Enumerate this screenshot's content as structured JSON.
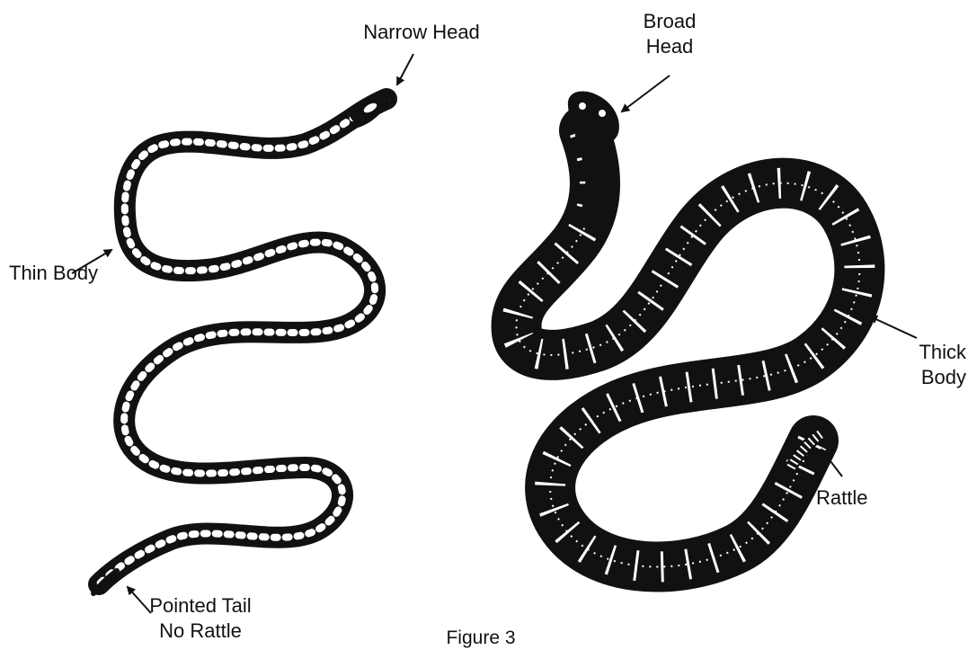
{
  "labels": {
    "narrow_head": "Narrow Head",
    "broad_head_line1": "Broad",
    "broad_head_line2": "Head",
    "thin_body": "Thin Body",
    "thick_body_line1": "Thick",
    "thick_body_line2": "Body",
    "rattle": "Rattle",
    "pointed_tail_line1": "Pointed Tail",
    "pointed_tail_line2": "No Rattle"
  },
  "caption": "Figure 3",
  "colors": {
    "ink": "#111111",
    "pattern": "#ffffff",
    "background": "#ffffff"
  },
  "icons": {
    "left_figure": "nonvenomous-snake-illustration",
    "right_figure": "rattlesnake-illustration",
    "pointer": "arrow"
  }
}
